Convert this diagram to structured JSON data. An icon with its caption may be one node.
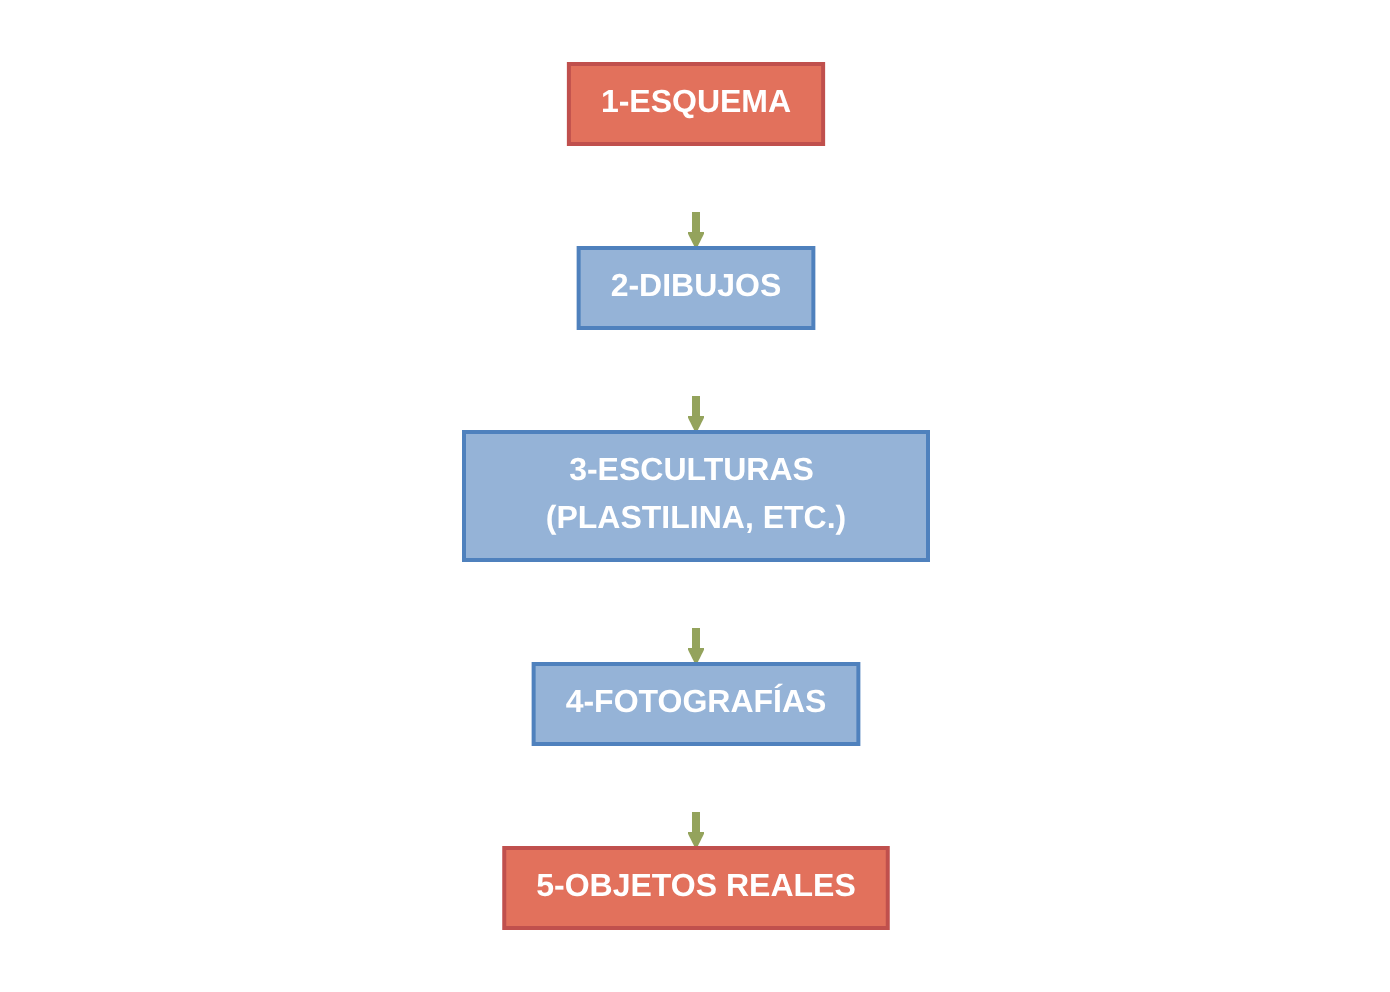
{
  "diagram": {
    "nodes": [
      {
        "text": [
          "1-ESQUEMA"
        ]
      },
      {
        "text": [
          "2-DIBUJOS"
        ]
      },
      {
        "text": [
          "3-ESCULTURAS (PLASTILINA, ETC.)"
        ]
      },
      {
        "text": [
          "4-FOTOGRAFÍAS"
        ]
      },
      {
        "text": [
          "5-OBJETOS REALES"
        ]
      }
    ],
    "edges": [
      {
        "from": null,
        "to": 1,
        "arrow": "to"
      },
      {
        "from": null,
        "to": 2,
        "arrow": "to"
      },
      {
        "from": null,
        "to": 3,
        "arrow": "to"
      },
      {
        "from": null,
        "to": 4,
        "arrow": "to"
      }
    ]
  }
}
